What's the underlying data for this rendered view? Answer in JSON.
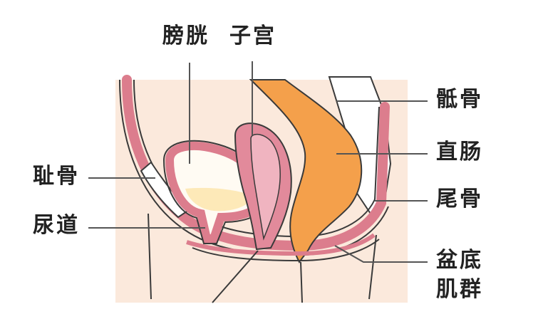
{
  "labels": {
    "bladder": "膀胱",
    "uterus": "子宫",
    "sacrum": "骶骨",
    "rectum": "直肠",
    "pubis": "耻骨",
    "coccyx": "尾骨",
    "urethra": "尿道",
    "pelvic_floor_line1": "盆底",
    "pelvic_floor_line2": "肌群"
  },
  "colors": {
    "background": "#ffffff",
    "body_fill": "#fbe9dc",
    "tissue": "#dc7d8d",
    "tissue_light": "#f2b8c1",
    "uterus_outer": "#e28a9b",
    "uterus_inner": "#f0b4c0",
    "bladder_cavity": "#fffbf3",
    "rectum": "#f4a04b",
    "bone": "#ffffff",
    "outline": "#3a3a3a",
    "leader": "#555555",
    "text": "#222222"
  }
}
